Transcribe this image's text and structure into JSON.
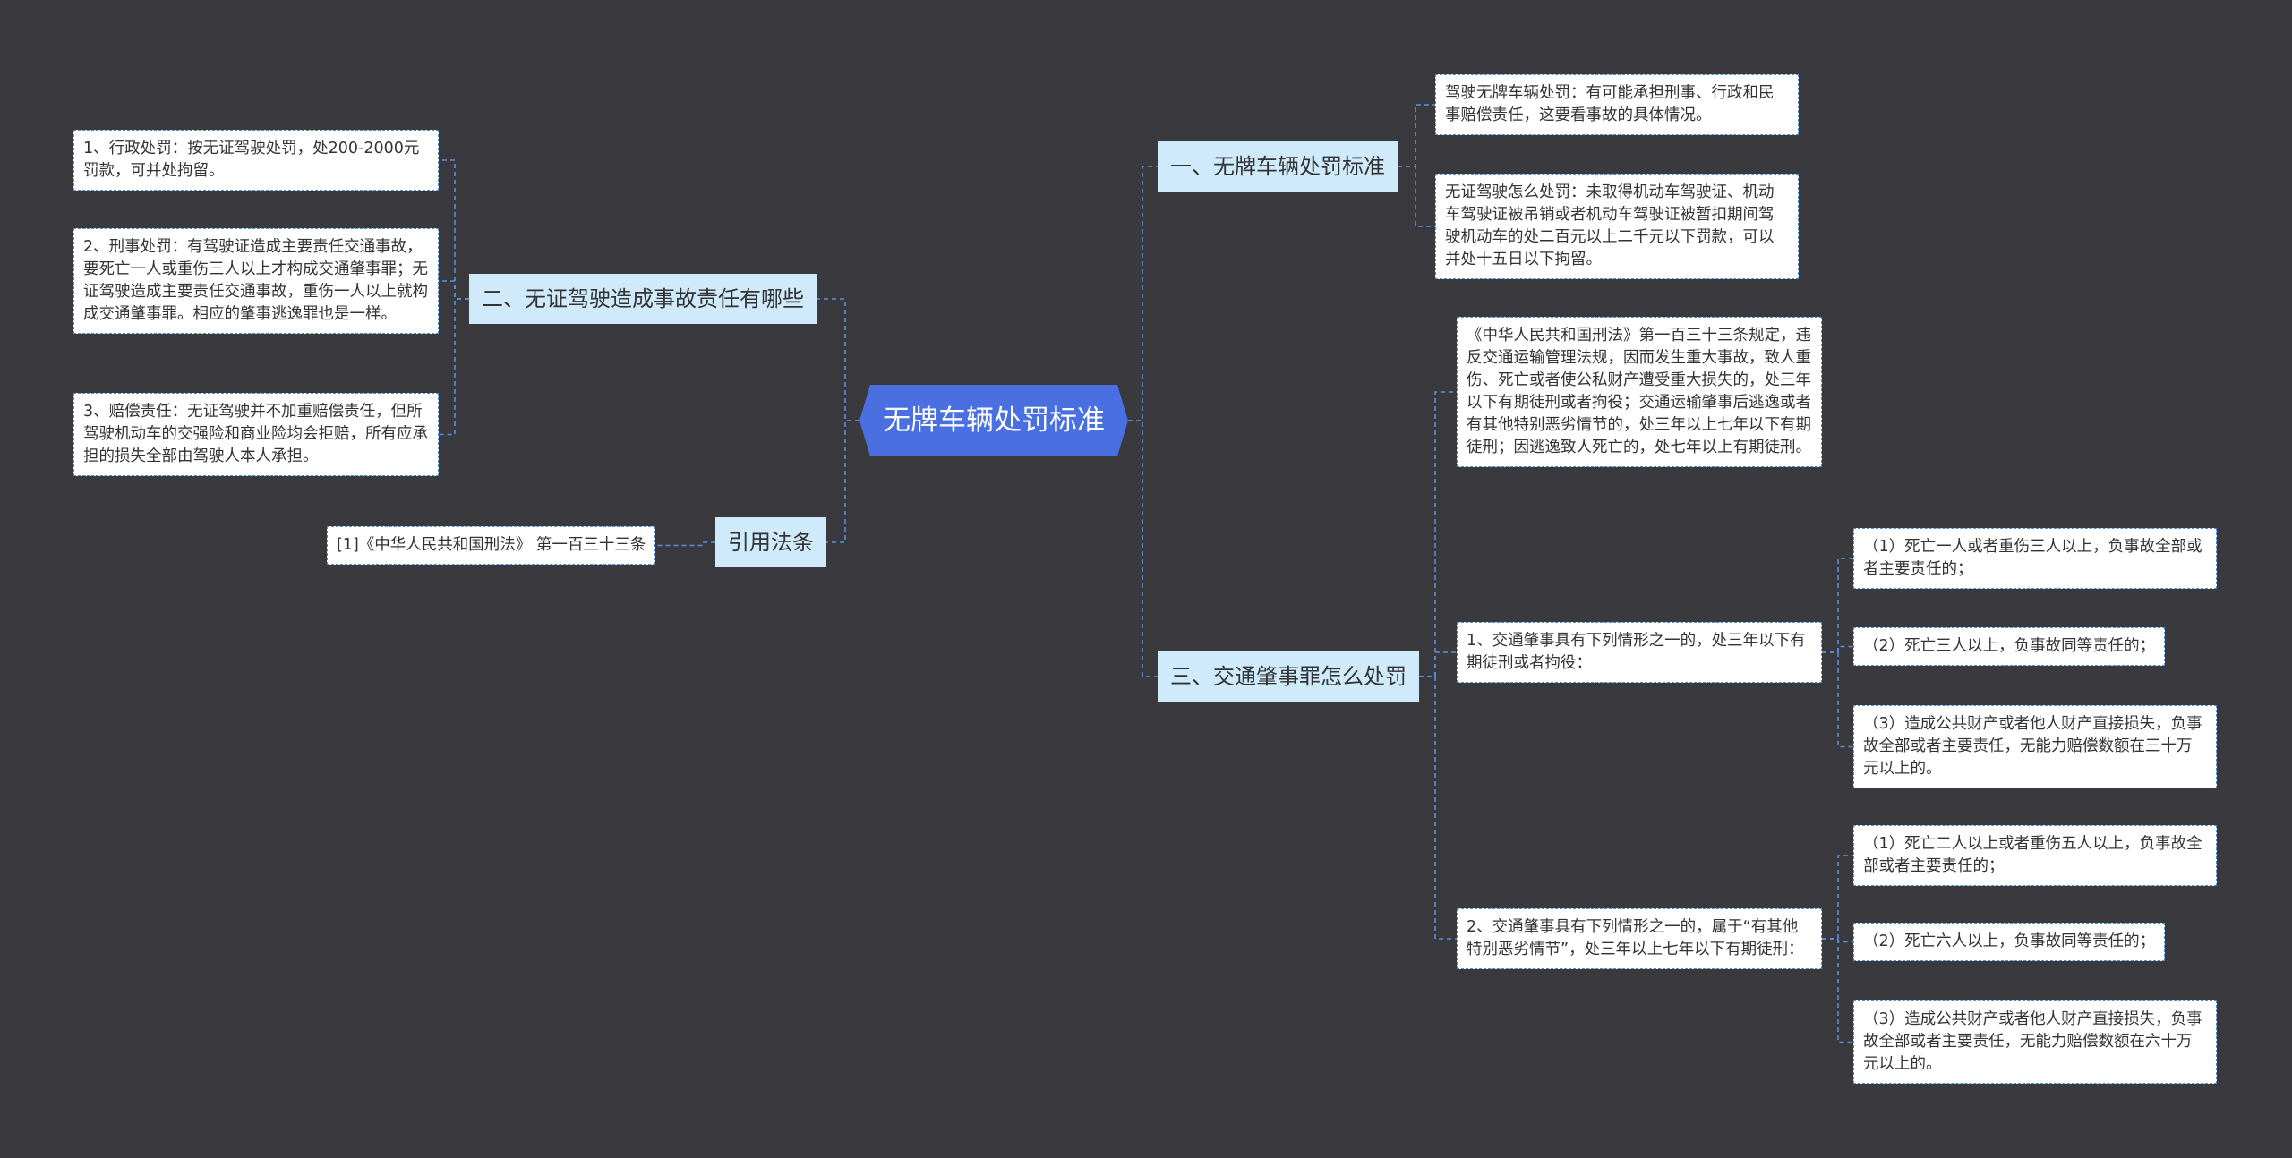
{
  "root": "无牌车辆处罚标准",
  "branches": {
    "b1": {
      "title": "一、无牌车辆处罚标准",
      "items": [
        "驾驶无牌车辆处罚：有可能承担刑事、行政和民事赔偿责任，这要看事故的具体情况。",
        "无证驾驶怎么处罚：未取得机动车驾驶证、机动车驾驶证被吊销或者机动车驾驶证被暂扣期间驾驶机动车的处二百元以上二千元以下罚款，可以并处十五日以下拘留。"
      ]
    },
    "b2": {
      "title": "二、无证驾驶造成事故责任有哪些",
      "items": [
        "1、行政处罚：按无证驾驶处罚，处200-2000元罚款，可并处拘留。",
        "2、刑事处罚：有驾驶证造成主要责任交通事故，要死亡一人或重伤三人以上才构成交通肇事罪；无证驾驶造成主要责任交通事故，重伤一人以上就构成交通肇事罪。相应的肇事逃逸罪也是一样。",
        "3、赔偿责任：无证驾驶并不加重赔偿责任，但所驾驶机动车的交强险和商业险均会拒赔，所有应承担的损失全部由驾驶人本人承担。"
      ]
    },
    "b3": {
      "title": "三、交通肇事罪怎么处罚",
      "law": "《中华人民共和国刑法》第一百三十三条规定，违反交通运输管理法规，因而发生重大事故，致人重伤、死亡或者使公私财产遭受重大损失的，处三年以下有期徒刑或者拘役；交通运输肇事后逃逸或者有其他特别恶劣情节的，处三年以上七年以下有期徒刑；因逃逸致人死亡的，处七年以上有期徒刑。",
      "sub1": {
        "text": "1、交通肇事具有下列情形之一的，处三年以下有期徒刑或者拘役：",
        "items": [
          "（1）死亡一人或者重伤三人以上，负事故全部或者主要责任的；",
          "（2）死亡三人以上，负事故同等责任的；",
          "（3）造成公共财产或者他人财产直接损失，负事故全部或者主要责任，无能力赔偿数额在三十万元以上的。"
        ]
      },
      "sub2": {
        "text": "2、交通肇事具有下列情形之一的，属于“有其他特别恶劣情节”，处三年以上七年以下有期徒刑：",
        "items": [
          "（1）死亡二人以上或者重伤五人以上，负事故全部或者主要责任的；",
          "（2）死亡六人以上，负事故同等责任的；",
          "（3）造成公共财产或者他人财产直接损失，负事故全部或者主要责任，无能力赔偿数额在六十万元以上的。"
        ]
      }
    },
    "b4": {
      "title": "引用法条",
      "items": [
        "[1]《中华人民共和国刑法》 第一百三十三条"
      ]
    }
  },
  "colors": {
    "background": "#3a393d",
    "root": "#4a6fe0",
    "branch": "#cfeafb",
    "leaf_border": "#4a8fd6",
    "connector": "#5b8fe0"
  }
}
